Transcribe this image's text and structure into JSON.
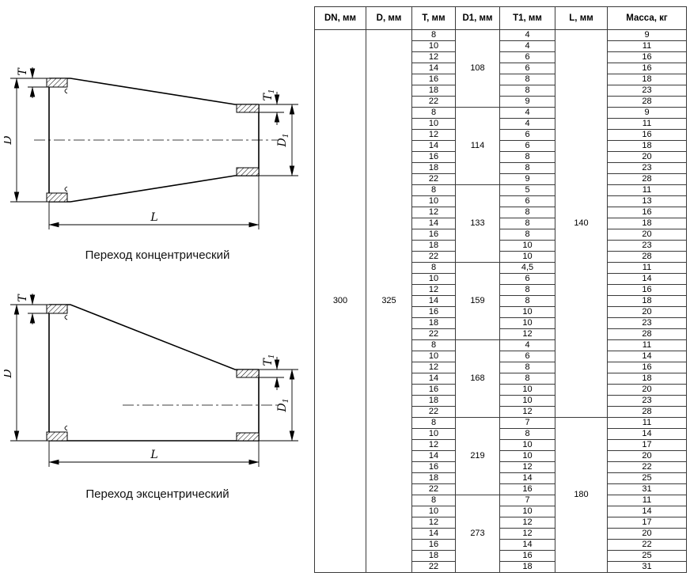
{
  "colors": {
    "line": "#000000",
    "background": "#ffffff",
    "border": "#3a3a3a"
  },
  "dim_labels": {
    "t": "T",
    "t1_base": "T",
    "t1_sub": "1",
    "d": "D",
    "d1_base": "D",
    "d1_sub": "1",
    "l": "L"
  },
  "drawings": [
    {
      "caption": "Переход концентрический"
    },
    {
      "caption": "Переход эксцентрический"
    }
  ],
  "table": {
    "headers": [
      "DN, мм",
      "D, мм",
      "T, мм",
      "D1, мм",
      "T1, мм",
      "L, мм",
      "Масса, кг"
    ],
    "dn": "300",
    "d": "325",
    "l_spans": [
      {
        "value": "140",
        "rows": 35
      },
      {
        "value": "180",
        "rows": 14
      }
    ],
    "groups": [
      {
        "d1": "108",
        "rows": [
          [
            "8",
            "4",
            "9"
          ],
          [
            "10",
            "4",
            "11"
          ],
          [
            "12",
            "6",
            "16"
          ],
          [
            "14",
            "6",
            "16"
          ],
          [
            "16",
            "8",
            "18"
          ],
          [
            "18",
            "8",
            "23"
          ],
          [
            "22",
            "9",
            "28"
          ]
        ]
      },
      {
        "d1": "114",
        "rows": [
          [
            "8",
            "4",
            "9"
          ],
          [
            "10",
            "4",
            "11"
          ],
          [
            "12",
            "6",
            "16"
          ],
          [
            "14",
            "6",
            "18"
          ],
          [
            "16",
            "8",
            "20"
          ],
          [
            "18",
            "8",
            "23"
          ],
          [
            "22",
            "9",
            "28"
          ]
        ]
      },
      {
        "d1": "133",
        "rows": [
          [
            "8",
            "5",
            "11"
          ],
          [
            "10",
            "6",
            "13"
          ],
          [
            "12",
            "8",
            "16"
          ],
          [
            "14",
            "8",
            "18"
          ],
          [
            "16",
            "8",
            "20"
          ],
          [
            "18",
            "10",
            "23"
          ],
          [
            "22",
            "10",
            "28"
          ]
        ]
      },
      {
        "d1": "159",
        "rows": [
          [
            "8",
            "4,5",
            "11"
          ],
          [
            "10",
            "6",
            "14"
          ],
          [
            "12",
            "8",
            "16"
          ],
          [
            "14",
            "8",
            "18"
          ],
          [
            "16",
            "10",
            "20"
          ],
          [
            "18",
            "10",
            "23"
          ],
          [
            "22",
            "12",
            "28"
          ]
        ]
      },
      {
        "d1": "168",
        "rows": [
          [
            "8",
            "4",
            "11"
          ],
          [
            "10",
            "6",
            "14"
          ],
          [
            "12",
            "8",
            "16"
          ],
          [
            "14",
            "8",
            "18"
          ],
          [
            "16",
            "10",
            "20"
          ],
          [
            "18",
            "10",
            "23"
          ],
          [
            "22",
            "12",
            "28"
          ]
        ]
      },
      {
        "d1": "219",
        "rows": [
          [
            "8",
            "7",
            "11"
          ],
          [
            "10",
            "8",
            "14"
          ],
          [
            "12",
            "10",
            "17"
          ],
          [
            "14",
            "10",
            "20"
          ],
          [
            "16",
            "12",
            "22"
          ],
          [
            "18",
            "14",
            "25"
          ],
          [
            "22",
            "16",
            "31"
          ]
        ]
      },
      {
        "d1": "273",
        "rows": [
          [
            "8",
            "7",
            "11"
          ],
          [
            "10",
            "10",
            "14"
          ],
          [
            "12",
            "12",
            "17"
          ],
          [
            "14",
            "12",
            "20"
          ],
          [
            "16",
            "14",
            "22"
          ],
          [
            "18",
            "16",
            "25"
          ],
          [
            "22",
            "18",
            "31"
          ]
        ]
      }
    ]
  }
}
